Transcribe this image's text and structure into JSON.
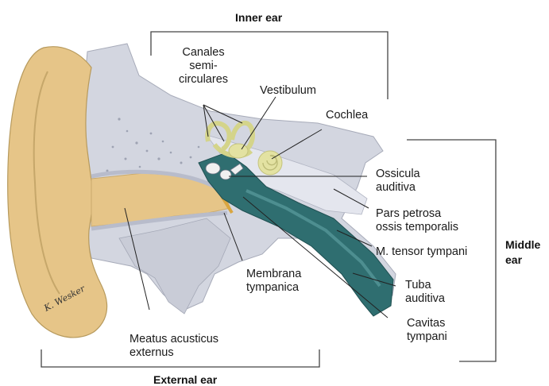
{
  "groups": {
    "inner_ear": "Inner ear",
    "middle_ear": "Middle\near",
    "external_ear": "External ear"
  },
  "labels": {
    "canales": "Canales\nsemi-\ncirculares",
    "vestibulum": "Vestibulum",
    "cochlea": "Cochlea",
    "ossicula": "Ossicula\nauditiva",
    "pars_petrosa": "Pars petrosa\nossis temporalis",
    "tensor": "M. tensor tympani",
    "membrana": "Membrana\ntympanica",
    "tuba": "Tuba\nauditiva",
    "cavitas": "Cavitas\ntympani",
    "meatus": "Meatus acusticus\nexternus"
  },
  "signature": "K. Wesker",
  "colors": {
    "auricle": "#e6c588",
    "bone": "#d3d6e0",
    "bone_dark": "#b9bdca",
    "cavity": "#2f6e70",
    "labyrinth": "#e3e2a2",
    "leader": "#222222"
  }
}
